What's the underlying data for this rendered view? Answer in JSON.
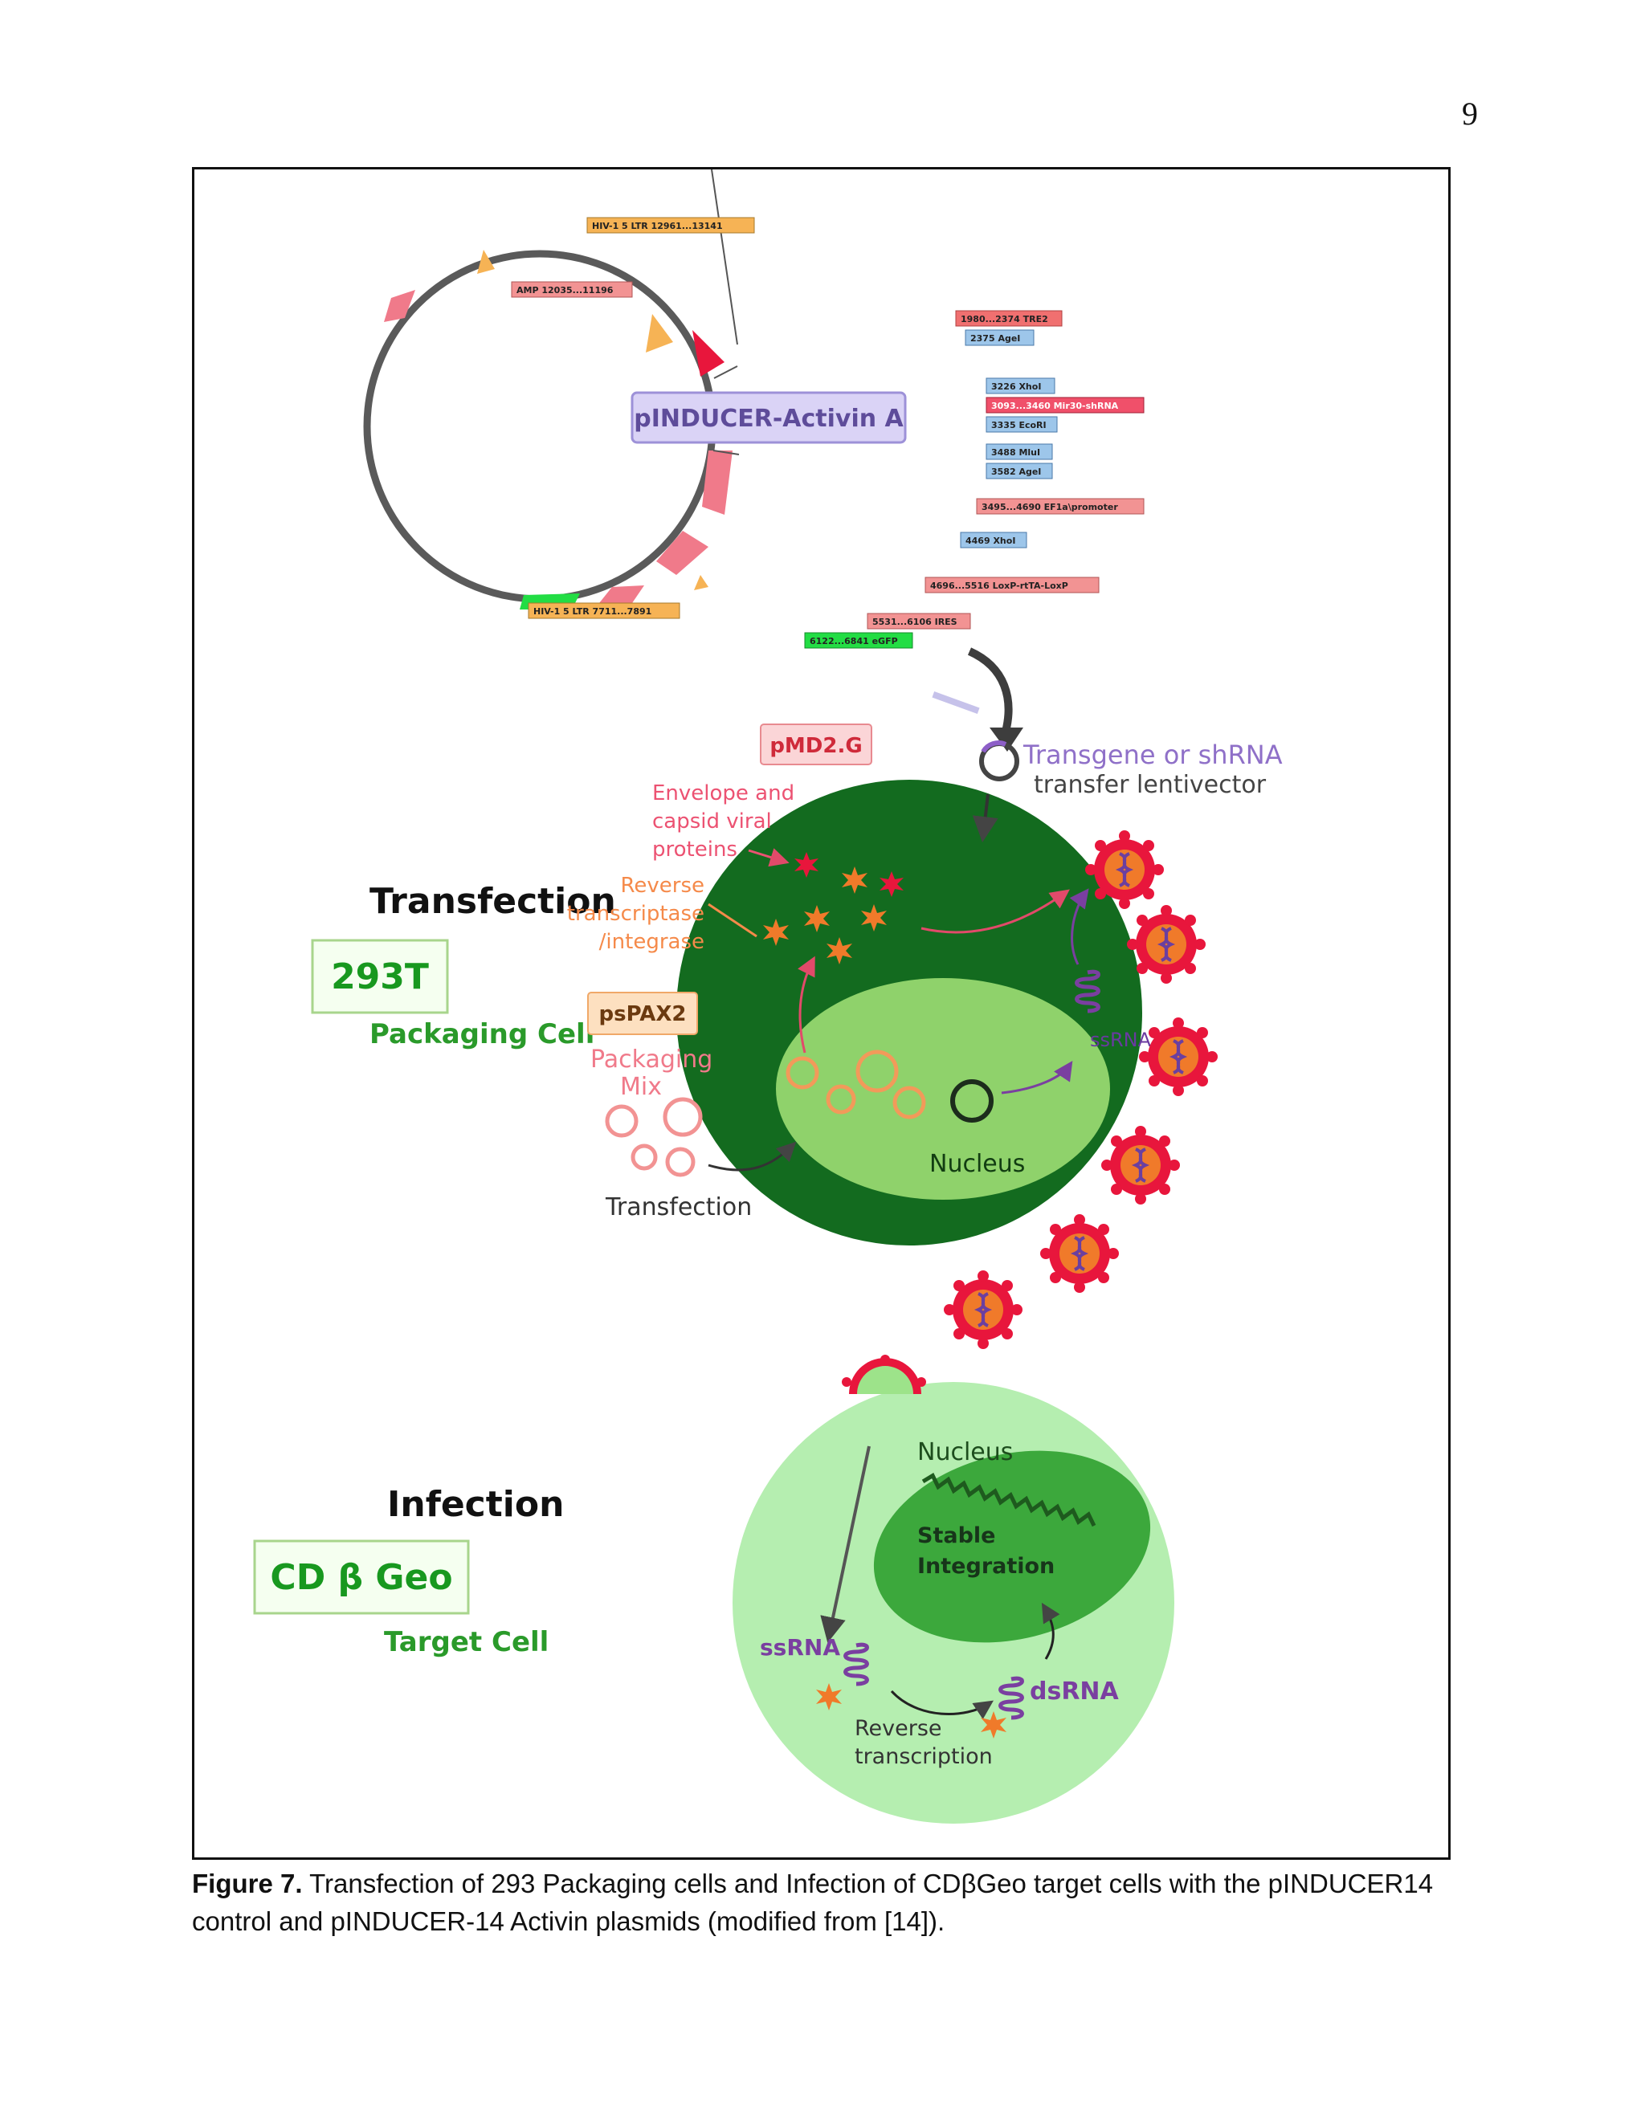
{
  "page_number": "9",
  "plasmid": {
    "name": "pINDUCER-Activin A",
    "features": [
      {
        "label": "HIV-1 5 LTR  12961...13141",
        "color": "#f6b355"
      },
      {
        "label": "AMP  12035...11196",
        "color": "#f29393"
      },
      {
        "label": "1980...2374  TRE2",
        "color": "#f07070"
      },
      {
        "label": "2375  AgeI",
        "color": "#9dc6ea"
      },
      {
        "label": "3226  XhoI",
        "color": "#9dc6ea"
      },
      {
        "label": "3093...3460  Mir30-shRNA",
        "color": "#f0506a"
      },
      {
        "label": "3335  EcoRI",
        "color": "#9dc6ea"
      },
      {
        "label": "3488  MluI",
        "color": "#9dc6ea"
      },
      {
        "label": "3582  AgeI",
        "color": "#9dc6ea"
      },
      {
        "label": "3495...4690  EF1a\\promoter",
        "color": "#f29393"
      },
      {
        "label": "4469  XhoI",
        "color": "#9dc6ea"
      },
      {
        "label": "4696...5516  LoxP-rtTA-LoxP",
        "color": "#f29393"
      },
      {
        "label": "HIV-1 5 LTR  7711...7891",
        "color": "#f6b355"
      },
      {
        "label": "5531...6106  IRES",
        "color": "#f29393"
      },
      {
        "label": "6122...6841  eGFP",
        "color": "#22dd44"
      }
    ]
  },
  "transfection": {
    "heading": "Transfection",
    "cell_line": "293T",
    "cell_type": "Packaging  Cell",
    "pmd2g": "pMD2.G",
    "envelope_lines": [
      "Envelope and",
      "capsid viral",
      "proteins"
    ],
    "rt_lines": [
      "Reverse",
      "transcriptase",
      "/integrase"
    ],
    "pspax2": "psPAX2",
    "packaging_lines": [
      "Packaging",
      "Mix"
    ],
    "transfection_label": "Transfection",
    "nucleus": "Nucleus",
    "ssrna": "ssRNA",
    "transgene_line1": "Transgene or shRNA",
    "transgene_line2": "transfer lentivector"
  },
  "infection": {
    "heading": "Infection",
    "cell_line": "CD β Geo",
    "cell_type": "Target Cell",
    "nucleus": "Nucleus",
    "stable_lines": [
      "Stable",
      "Integration"
    ],
    "ssrna": "ssRNA",
    "dsrna": "dsRNA",
    "rt_lines": [
      "Reverse",
      "transcription"
    ]
  },
  "caption": {
    "label": "Figure 7.",
    "text": " Transfection of 293 Packaging cells and Infection of CDβGeo target cells with the pINDUCER14 control and pINDUCER-14 Activin plasmids (modified from [14])."
  },
  "colors": {
    "dark_cell": "#136b1f",
    "nucleus_light": "#8fd26b",
    "target_cell": "#b5eeb0",
    "target_nucleus": "#3ca83c",
    "virus_red": "#e8163c",
    "virus_orange": "#f07a2a",
    "purple": "#7a3fa0"
  }
}
